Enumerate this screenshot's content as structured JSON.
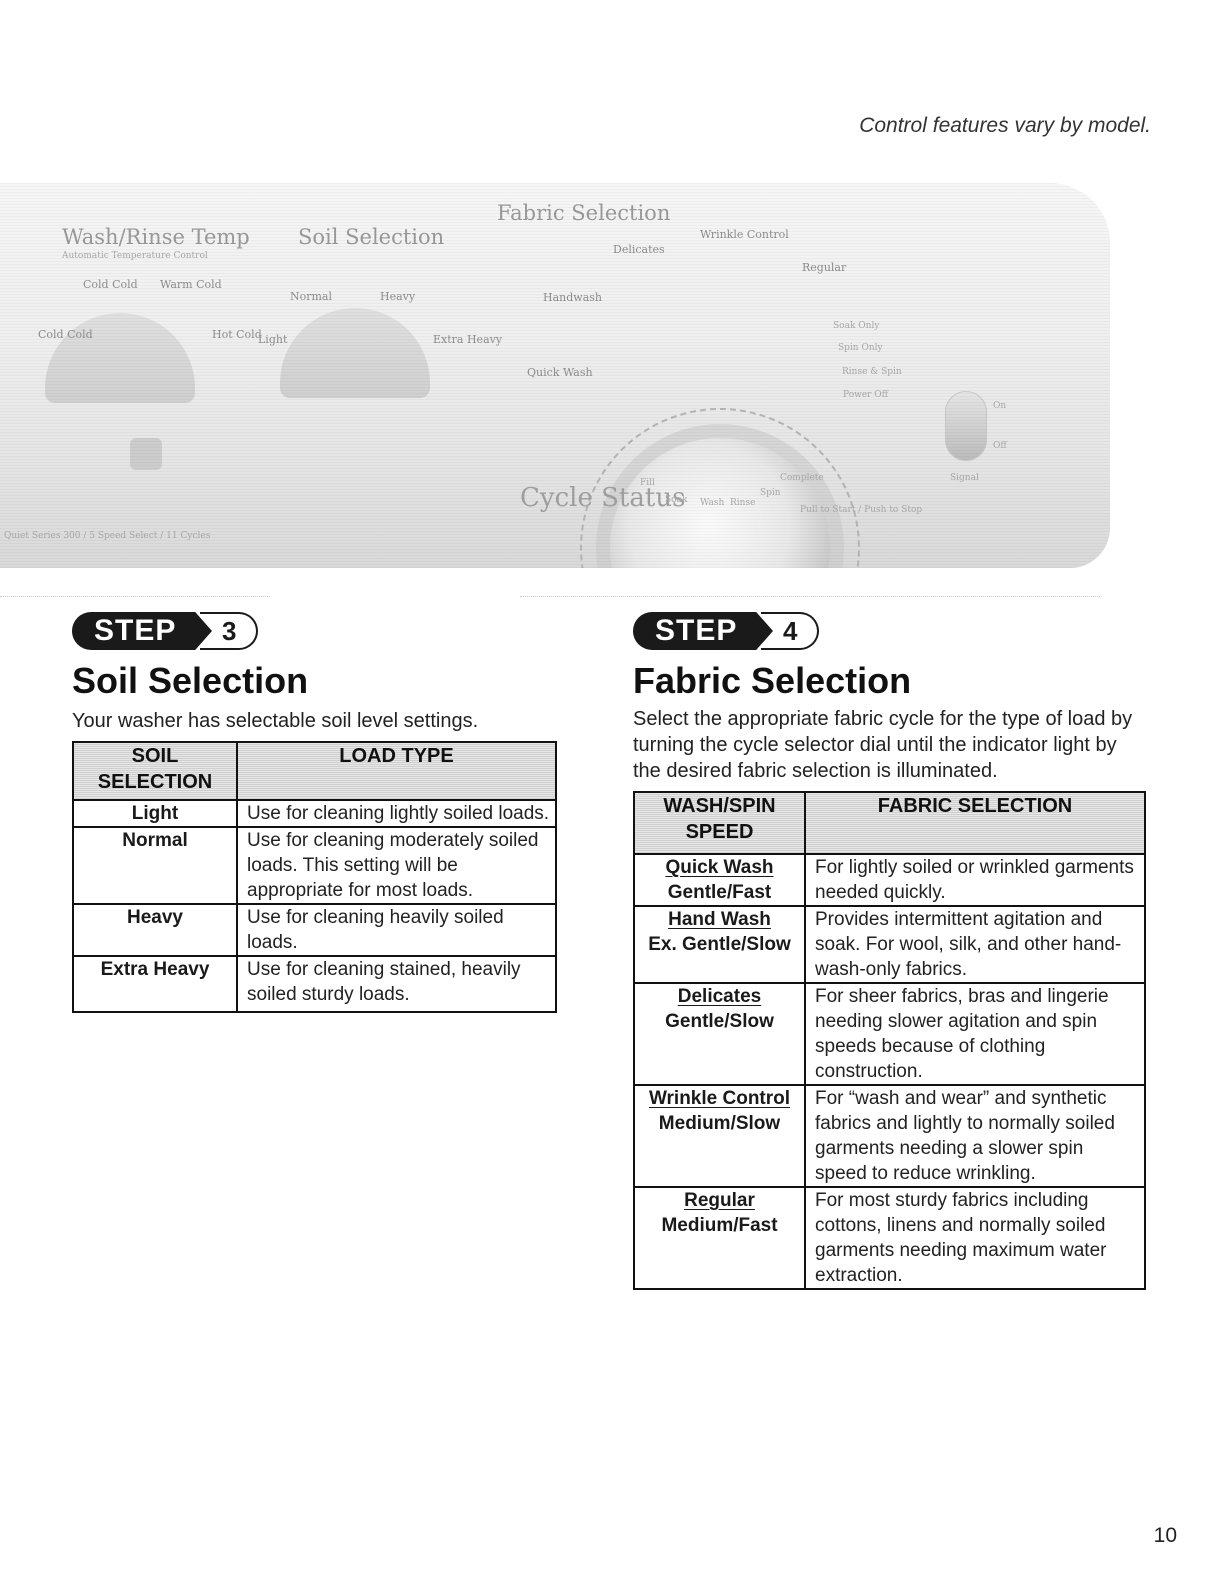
{
  "page_note": "Control features vary by model.",
  "panel": {
    "wash_rinse_temp": "Wash/Rinse Temp",
    "wash_rinse_sub": "Automatic Temperature Control",
    "soil_selection": "Soil Selection",
    "fabric_selection": "Fabric Selection",
    "cycle_status": "Cycle Status",
    "temp_labels": [
      "Cold Cold",
      "Warm Cold",
      "Hot Cold",
      "Cold Cold"
    ],
    "soil_labels": [
      "Light",
      "Normal",
      "Heavy",
      "Extra Heavy"
    ],
    "dial_labels": [
      "Delicates",
      "Wrinkle Control",
      "Regular",
      "Handwash",
      "Quick Wash",
      "Soak Only",
      "Spin Only",
      "Rinse & Spin",
      "Power Off"
    ],
    "status_labels": [
      "Fill",
      "Soak",
      "Wash",
      "Rinse",
      "Spin",
      "Complete"
    ],
    "on_label": "On",
    "off_label": "Off",
    "signal_label": "Signal",
    "push_label": "Pull to Start / Push to Stop",
    "model_strip": "Quiet Series 300 / 5 Speed Select / 11 Cycles"
  },
  "step3": {
    "badge": "STEP",
    "number": "3",
    "title": "Soil Selection",
    "intro": "Your washer has selectable soil level settings.",
    "headers": [
      "SOIL SELECTION",
      "LOAD TYPE"
    ],
    "rows": [
      {
        "key": "Light",
        "desc": "Use for cleaning lightly soiled loads."
      },
      {
        "key": "Normal",
        "desc": "Use for cleaning moderately soiled loads. This setting will be appropriate for most loads."
      },
      {
        "key": "Heavy",
        "desc": "Use for cleaning heavily soiled loads."
      },
      {
        "key": "Extra Heavy",
        "desc": "Use for cleaning stained, heavily soiled sturdy loads."
      }
    ]
  },
  "step4": {
    "badge": "STEP",
    "number": "4",
    "title": "Fabric Selection",
    "intro": "Select the appropriate fabric cycle for the type of load by turning the cycle selector dial until the indicator light by the desired fabric selection is illuminated.",
    "headers": [
      "WASH/SPIN SPEED",
      "FABRIC SELECTION"
    ],
    "rows": [
      {
        "key": "Quick Wash",
        "speed": "Gentle/Fast",
        "desc": "For lightly soiled or wrinkled garments needed quickly."
      },
      {
        "key": "Hand Wash",
        "speed": "Ex. Gentle/Slow",
        "desc": "Provides intermittent agitation and soak. For wool, silk, and other hand-wash-only fabrics."
      },
      {
        "key": "Delicates",
        "speed": "Gentle/Slow",
        "desc": "For sheer fabrics, bras and lingerie needing slower agitation and spin speeds because of clothing construction."
      },
      {
        "key": "Wrinkle Control",
        "speed": "Medium/Slow",
        "desc": "For “wash and wear” and synthetic fabrics and lightly to normally soiled garments needing a slower spin speed to reduce wrinkling."
      },
      {
        "key": "Regular",
        "speed": "Medium/Fast",
        "desc": "For most sturdy fabrics including cottons, linens and normally soiled garments needing maximum water extraction."
      }
    ]
  },
  "page_number": "10"
}
